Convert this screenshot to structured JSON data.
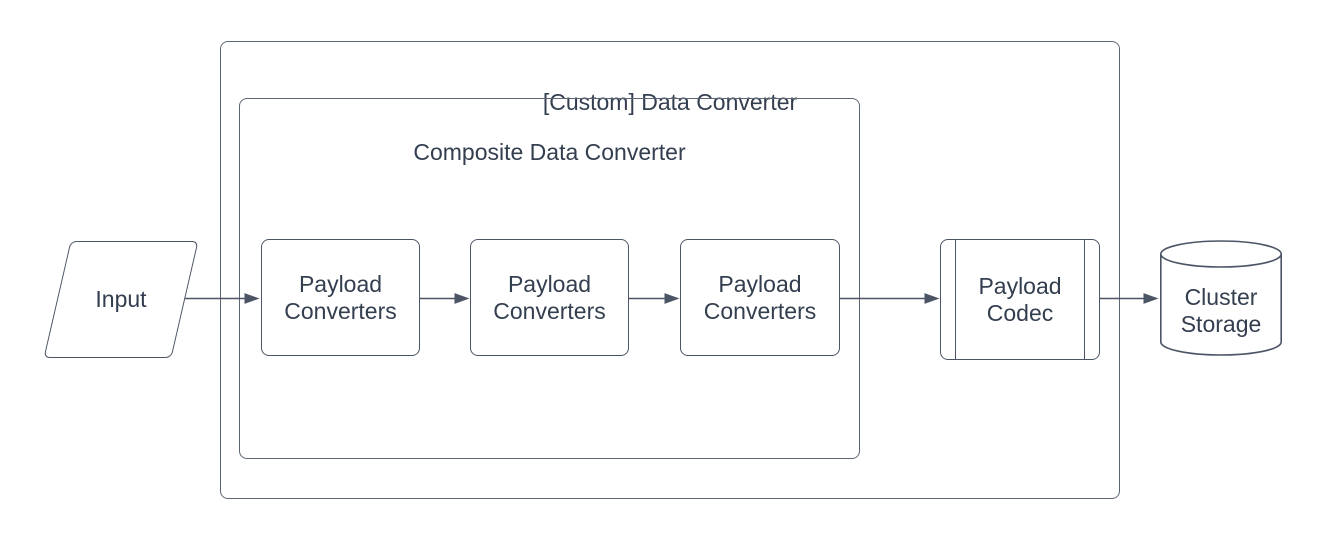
{
  "colors": {
    "stroke": "#4c5565",
    "container_stroke": "#5d6674",
    "text": "#333e4f",
    "background": "#ffffff"
  },
  "diagram": {
    "outer_container": {
      "label": "[Custom] Data Converter"
    },
    "inner_container": {
      "label": "Composite Data Converter"
    },
    "input": {
      "label": "Input"
    },
    "payload_converters": [
      {
        "label": "Payload Converters"
      },
      {
        "label": "Payload Converters"
      },
      {
        "label": "Payload Converters"
      }
    ],
    "payload_codec": {
      "label": "Payload Codec"
    },
    "cluster_storage": {
      "label": "Cluster Storage"
    }
  }
}
